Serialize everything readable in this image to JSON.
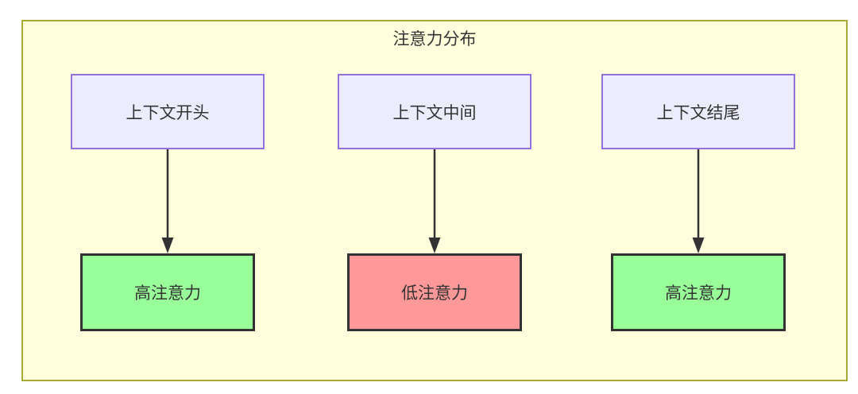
{
  "diagram": {
    "title": "注意力分布",
    "columns": [
      {
        "source": "上下文开头",
        "target": "高注意力",
        "level": "high"
      },
      {
        "source": "上下文中间",
        "target": "低注意力",
        "level": "low"
      },
      {
        "source": "上下文结尾",
        "target": "高注意力",
        "level": "high"
      }
    ],
    "colors": {
      "container_fill": "#ffffde",
      "container_border": "#aaaa33",
      "source_fill": "#ececff",
      "source_border": "#9370db",
      "high_fill": "#99ff99",
      "low_fill": "#ff9999",
      "target_border": "#333333",
      "arrow": "#333333",
      "text": "#333333"
    }
  }
}
